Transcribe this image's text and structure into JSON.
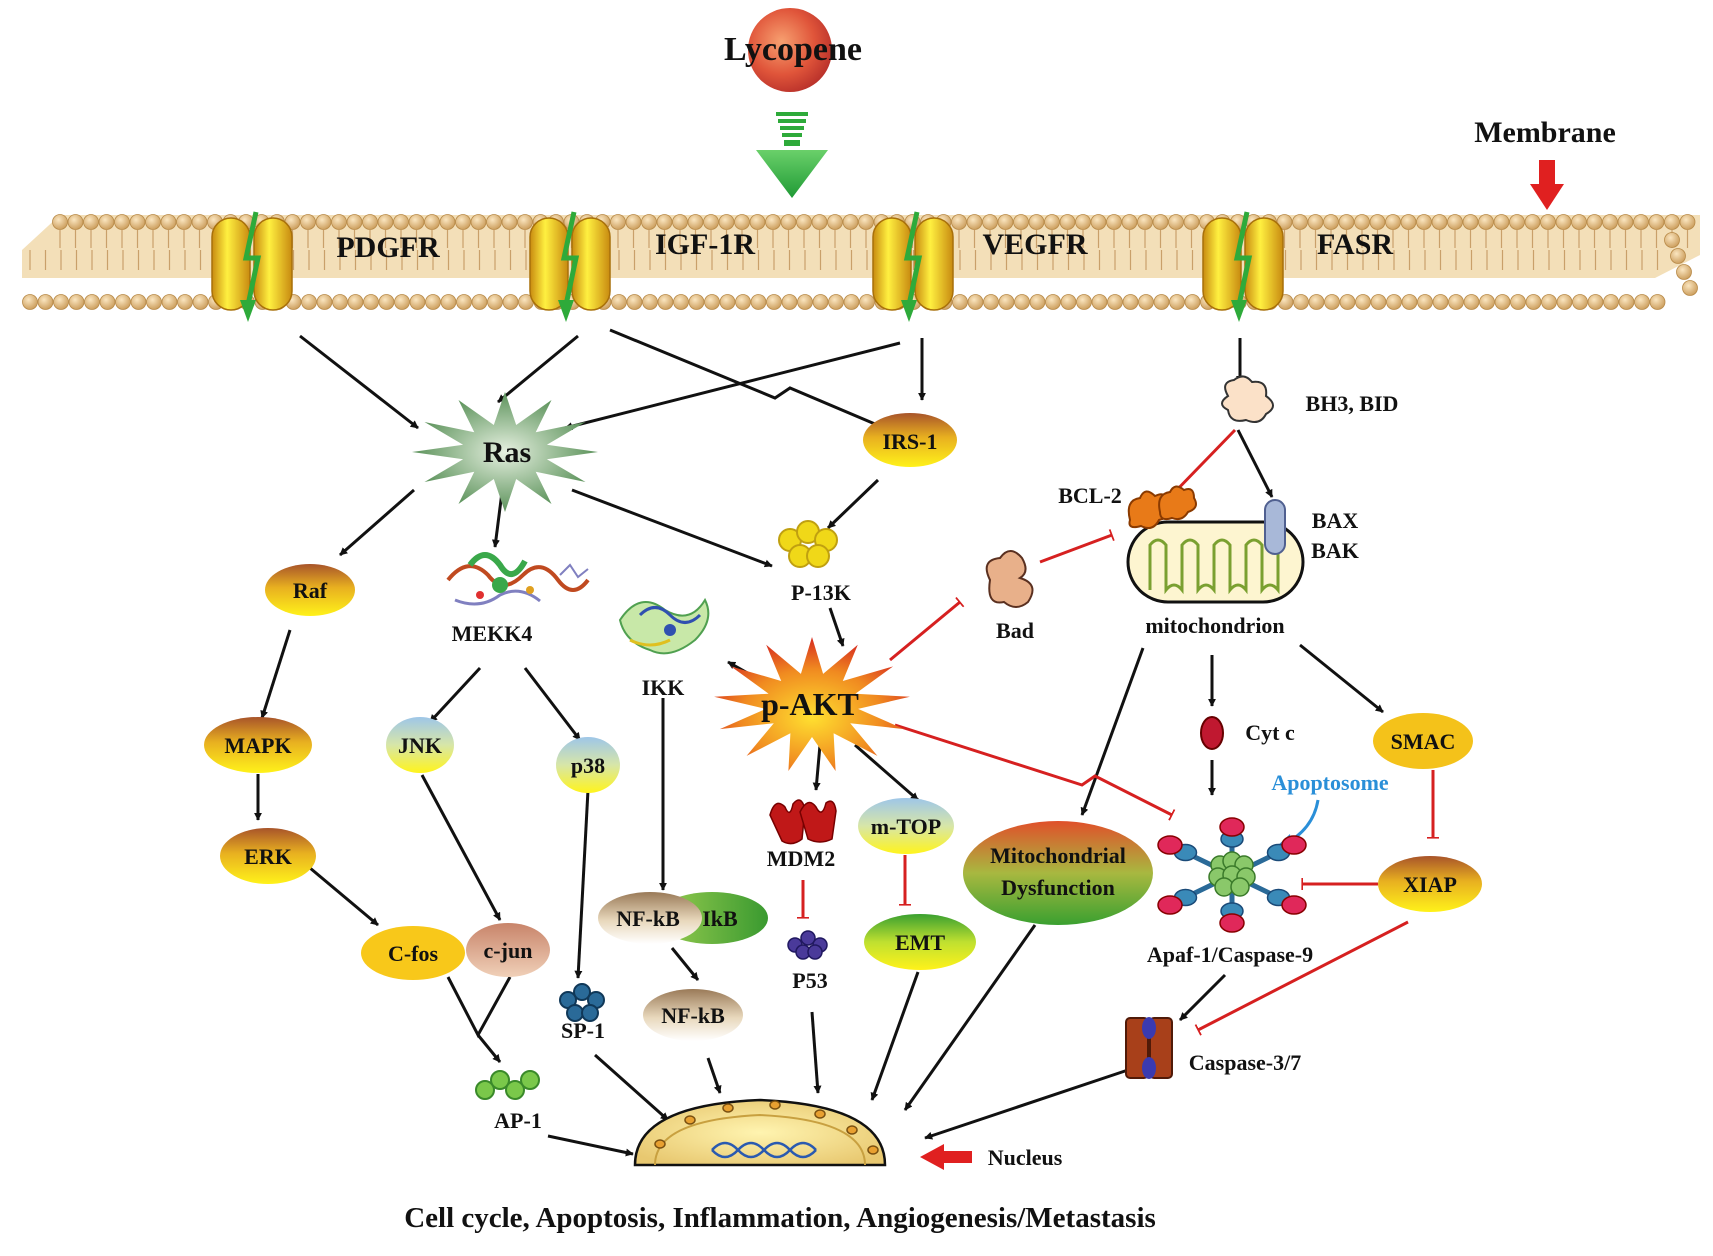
{
  "header": {
    "compound": "Lycopene",
    "membrane_label": "Membrane"
  },
  "receptors": [
    "PDGFR",
    "IGF-1R",
    "VEGFR",
    "FASR"
  ],
  "nodes": {
    "ras": "Ras",
    "irs1": "IRS-1",
    "raf": "Raf",
    "mekk4": "MEKK4",
    "pi3k": "P-13K",
    "ikk": "IKK",
    "pakt": "p-AKT",
    "mapk": "MAPK",
    "erk": "ERK",
    "jnk": "JNK",
    "p38": "p38",
    "cfos": "C-fos",
    "cjun": "c-jun",
    "ap1": "AP-1",
    "sp1": "SP-1",
    "nfkb": "NF-kB",
    "ikb": "IkB",
    "nfkb2": "NF-kB",
    "mdm2": "MDM2",
    "p53": "P53",
    "mtop": "m-TOP",
    "emt": "EMT",
    "bh3": "BH3, BID",
    "bcl2": "BCL-2",
    "bax": "BAX",
    "bak": "BAK",
    "bad": "Bad",
    "mito": "mitochondrion",
    "mitodys1": "Mitochondrial",
    "mitodys2": "Dysfunction",
    "cytc": "Cyt c",
    "smac": "SMAC",
    "apoptosome": "Apoptosome",
    "apaf": "Apaf-1/Caspase-9",
    "xiap": "XIAP",
    "casp37": "Caspase-3/7",
    "nucleus": "Nucleus"
  },
  "footer": {
    "outcomes": "Cell cycle, Apoptosis, Inflammation, Angiogenesis/Metastasis"
  },
  "colors": {
    "activation_arrow": "#111111",
    "inhibition_arrow": "#d62020",
    "lycopene_arrow": "#2eaa3a",
    "membrane_bead": "#e0b878",
    "apoptosome_label": "#2a8fd8"
  }
}
